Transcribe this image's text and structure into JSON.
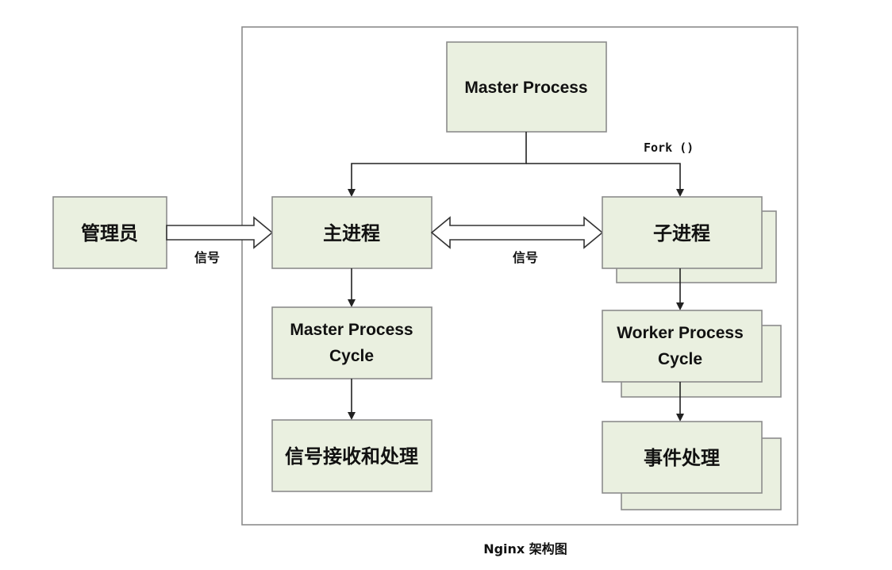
{
  "diagram": {
    "caption": "Nginx 架构图",
    "nodes": {
      "master_process": "Master Process",
      "main_process": "主进程",
      "admin": "管理员",
      "child_process": "子进程",
      "master_cycle_line1": "Master Process",
      "master_cycle_line2": "Cycle",
      "signal_handling": "信号接收和处理",
      "worker_cycle_line1": "Worker Process",
      "worker_cycle_line2": "Cycle",
      "event_handling": "事件处理"
    },
    "edge_labels": {
      "fork": "Fork ()",
      "signal_admin": "信号",
      "signal_master_child": "信号"
    }
  }
}
